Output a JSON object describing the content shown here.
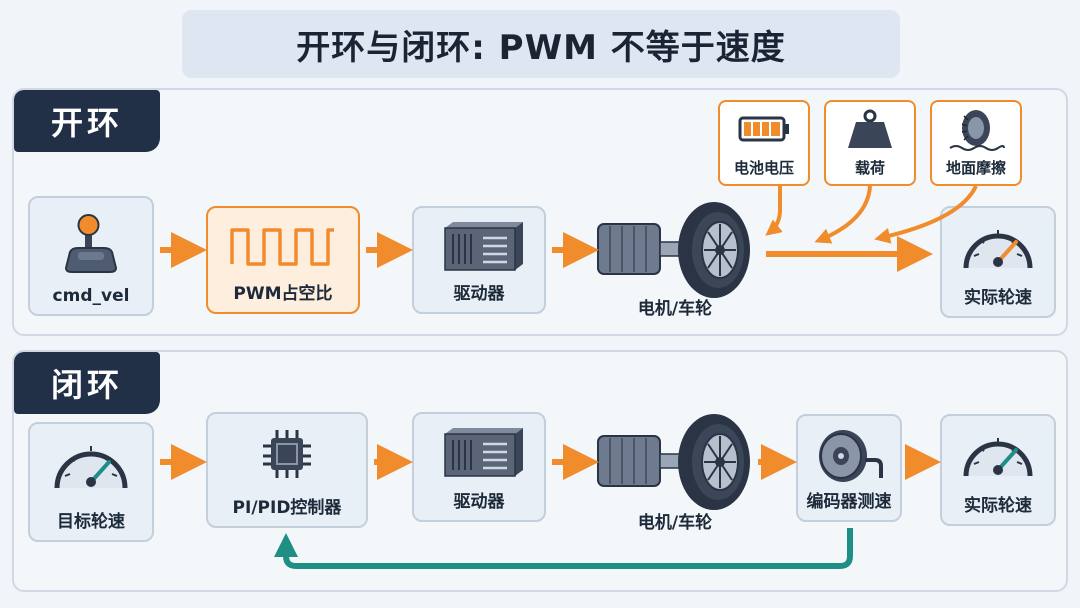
{
  "title": "开环与闭环: PWM 不等于速度",
  "open_loop": {
    "tag": "开环",
    "nodes": {
      "cmd": "cmd_vel",
      "pwm": "PWM占空比",
      "driver": "驱动器",
      "motor": "电机/车轮",
      "speed": "实际轮速"
    },
    "disturbances": [
      "电池电压",
      "载荷",
      "地面摩擦"
    ]
  },
  "closed_loop": {
    "tag": "闭环",
    "nodes": {
      "target": "目标轮速",
      "controller": "PI/PID控制器",
      "driver": "驱动器",
      "motor": "电机/车轮",
      "encoder": "编码器测速",
      "speed": "实际轮速"
    }
  },
  "colors": {
    "accent_orange": "#f08c2c",
    "feedback_teal": "#1f8f86",
    "dark_navy": "#213046"
  },
  "icons": [
    "joystick-icon",
    "pwm-wave-icon",
    "driver-box-icon",
    "motor-wheel-icon",
    "speedometer-icon",
    "battery-icon",
    "weight-icon",
    "tire-icon",
    "chip-icon",
    "encoder-icon"
  ]
}
